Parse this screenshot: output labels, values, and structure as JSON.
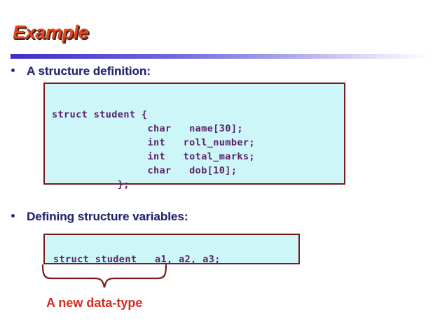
{
  "slide": {
    "title": "Example",
    "title_color": "#E8441A",
    "rule_color": "#3B31C4",
    "background": "#FFFFFF"
  },
  "bullets": [
    {
      "marker": "bullet-dot-icon",
      "label": "A structure definition:"
    },
    {
      "marker": "bullet-dot-icon",
      "label": "Defining structure variables:"
    }
  ],
  "code_blocks": [
    {
      "name": "structure-definition",
      "background": "#CCF6F8",
      "border_color": "#7A1A1A",
      "text_color": "#5B1F6B",
      "lines": [
        "struct student {",
        "                char   name[30];",
        "                int   roll_number;",
        "                int   total_marks;",
        "                char   dob[10];",
        "           };"
      ],
      "text": "struct student {\n                char   name[30];\n                int   roll_number;\n                int   total_marks;\n                char   dob[10];\n           };"
    },
    {
      "name": "variable-declaration",
      "background": "#CCF6F8",
      "border_color": "#7A1A1A",
      "text_color": "#5B1F6B",
      "lines": [
        "struct student   a1, a2, a3;"
      ],
      "text": "struct student   a1, a2, a3;"
    }
  ],
  "annotation": {
    "caption": "A new data-type",
    "caption_color": "#D52B1E",
    "brace_color": "#7A1A1A",
    "brace_icon": "curly-brace-down-icon"
  }
}
